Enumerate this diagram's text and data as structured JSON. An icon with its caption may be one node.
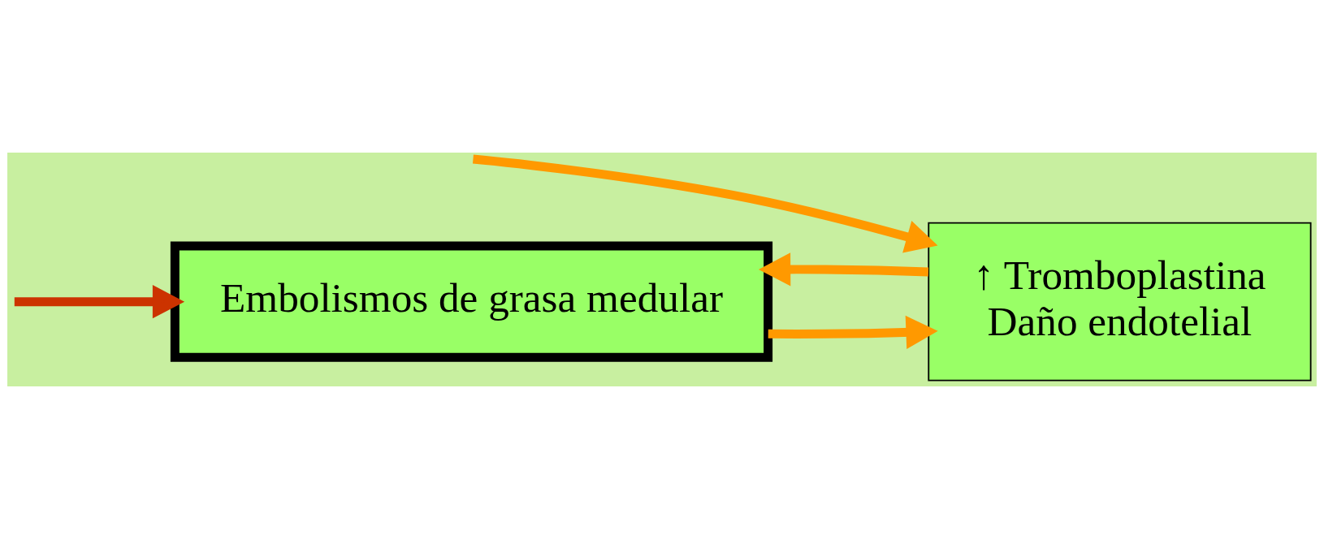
{
  "diagram": {
    "nodes": [
      {
        "text": [
          "Embolismos de grasa medular"
        ]
      },
      {
        "text": [
          "↑ Tromboplastina",
          "Daño endotelial"
        ]
      }
    ],
    "edges": [
      {
        "from": null,
        "to": 0,
        "arrow": "to",
        "color": "#cc3300"
      },
      {
        "from": 0,
        "to": 1,
        "arrow": "to"
      },
      {
        "from": null,
        "to": 1,
        "arrow": "to"
      },
      {
        "from": 1,
        "to": 0,
        "arrow": "to"
      }
    ]
  }
}
